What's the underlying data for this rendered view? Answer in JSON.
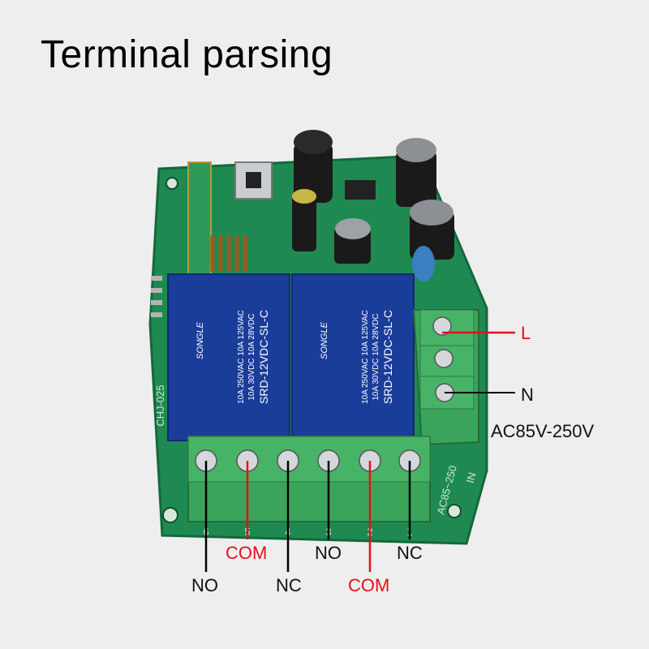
{
  "title": "Terminal parsing",
  "colors": {
    "background": "#eeeeee",
    "pcb": "#1e8a52",
    "pcb_dark": "#15683c",
    "relay": "#1b3d9a",
    "terminal": "#3aa55a",
    "wire_black": "#000000",
    "wire_red": "#e3101b"
  },
  "relays": [
    {
      "brand": "SONGLE",
      "model": "SRD-12VDC-SL-C",
      "rating_lines": [
        "10A 250VAC 10A 125VAC",
        "10A 30VDC 10A 28VDC"
      ]
    },
    {
      "brand": "SONGLE",
      "model": "SRD-12VDC-SL-C",
      "rating_lines": [
        "10A 250VAC 10A 125VAC",
        "10A 30VDC 10A 28VDC"
      ]
    }
  ],
  "board_text": {
    "silk_left": "CHJ-025",
    "silk_right": "AC85~250",
    "silk_in": "IN",
    "pin_numbers": [
      "6",
      "5",
      "4",
      "3",
      "2",
      "1"
    ]
  },
  "labels": {
    "power_l": "L",
    "power_n": "N",
    "power_range": "AC85V-250V",
    "bottom": [
      {
        "text": "NO",
        "color": "black"
      },
      {
        "text": "COM",
        "color": "red"
      },
      {
        "text": "NC",
        "color": "black"
      },
      {
        "text": "NO",
        "color": "black"
      },
      {
        "text": "COM",
        "color": "red"
      },
      {
        "text": "NC",
        "color": "black"
      }
    ]
  }
}
